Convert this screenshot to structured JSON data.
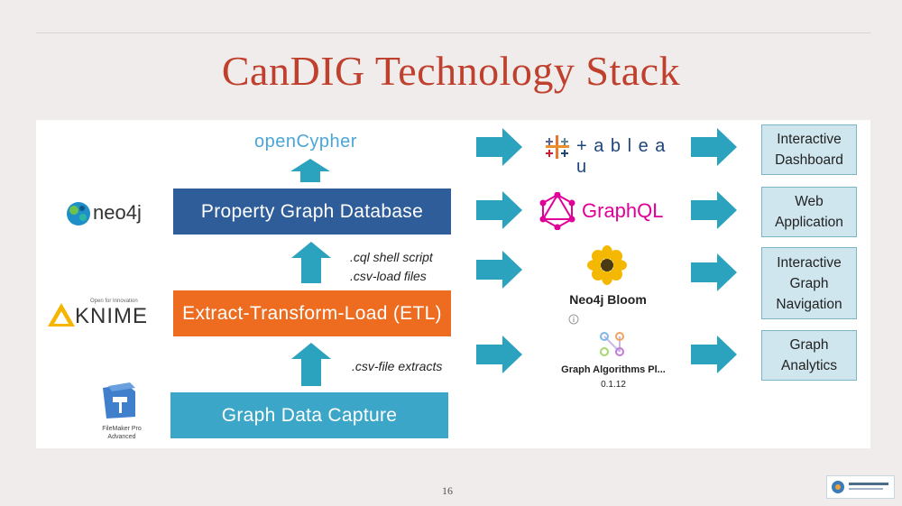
{
  "slide": {
    "title": "CanDIG Technology Stack",
    "page_number": "16"
  },
  "stack": {
    "open_cypher": "openCypher",
    "property_graph_db": "Property Graph Database",
    "etl": "Extract-Transform-Load (ETL)",
    "graph_data_capture": "Graph Data Capture",
    "note_cql": ".cql shell script",
    "note_csv_load": ".csv-load files",
    "note_csv_extracts": ".csv-file extracts"
  },
  "logos": {
    "neo4j": "neo4j",
    "knime_tagline": "Open for Innovation",
    "knime": "KNIME",
    "filemaker_line1": "FileMaker Pro",
    "filemaker_line2": "Advanced"
  },
  "tools": {
    "tableau": "+ a b l e a u",
    "graphql": "GraphQL",
    "bloom": "Neo4j Bloom",
    "graph_algorithms": "Graph Algorithms Pl...",
    "graph_algorithms_version": "0.1.12"
  },
  "outputs": {
    "interactive_dashboard": [
      "Interactive",
      "Dashboard"
    ],
    "web_application": [
      "Web",
      "Application"
    ],
    "graph_navigation": [
      "Interactive",
      "Graph",
      "Navigation"
    ],
    "graph_analytics": [
      "Graph",
      "Analytics"
    ]
  },
  "colors": {
    "title": "#c0402e",
    "arrow": "#2ba3bf",
    "pgdb": "#2f5d9a",
    "etl": "#ee6c1f",
    "capture": "#3ba6c7",
    "output_bg": "#cfe6ee"
  }
}
